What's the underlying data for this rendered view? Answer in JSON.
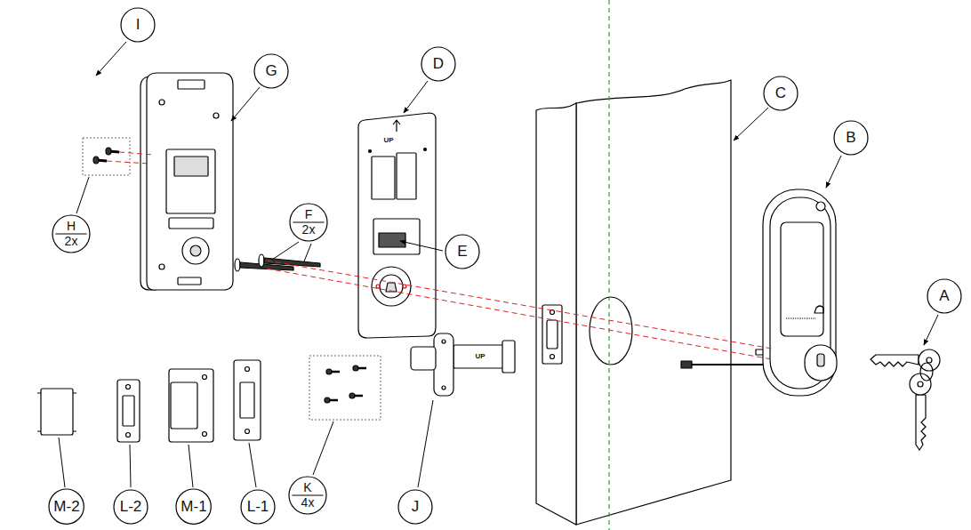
{
  "diagram": {
    "nodes": [
      {
        "text": [
          "I"
        ]
      },
      {
        "text": [
          "G"
        ]
      },
      {
        "text": [
          "D"
        ]
      },
      {
        "text": [
          "C"
        ]
      },
      {
        "text": [
          "B"
        ]
      },
      {
        "text": [
          "H",
          "2x"
        ]
      },
      {
        "text": [
          "F",
          "2x"
        ]
      },
      {
        "text": [
          "E"
        ]
      },
      {
        "text": [
          "A"
        ]
      },
      {
        "text": [
          "M-2"
        ]
      },
      {
        "text": [
          "L-2"
        ]
      },
      {
        "text": [
          "M-1"
        ]
      },
      {
        "text": [
          "L-1"
        ]
      },
      {
        "text": [
          "K",
          "4x"
        ]
      },
      {
        "text": [
          "J"
        ]
      }
    ],
    "labels": [
      "UP",
      "UP"
    ]
  }
}
